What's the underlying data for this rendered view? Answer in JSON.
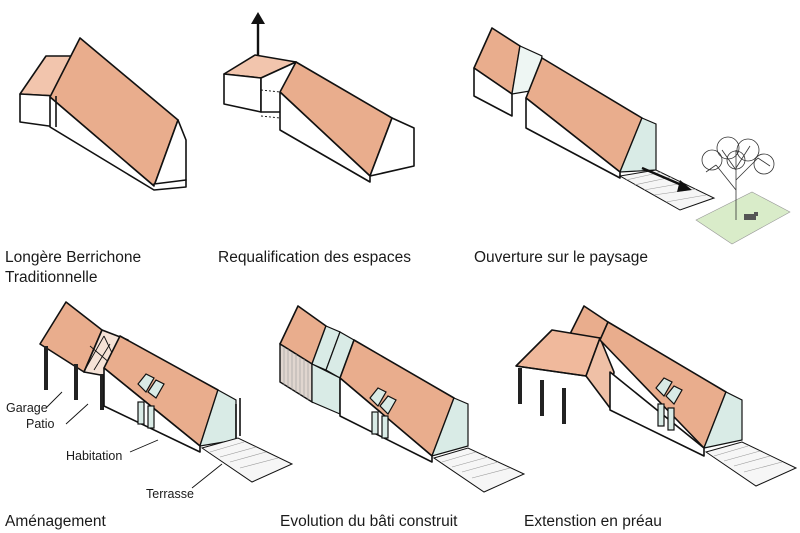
{
  "panels": [
    {
      "caption_line1": "Longère Berrichone",
      "caption_line2": "Traditionnelle"
    },
    {
      "caption_line1": "Requalification des espaces"
    },
    {
      "caption_line1": "Ouverture sur le paysage"
    },
    {
      "caption_line1": "Aménagement"
    },
    {
      "caption_line1": "Evolution du bâti construit"
    },
    {
      "caption_line1": "Extenstion en préau"
    }
  ],
  "annotations": {
    "garage": "Garage",
    "patio": "Patio",
    "habitation": "Habitation",
    "terrasse": "Terrasse"
  },
  "colors": {
    "roof": "#e9ad8d",
    "roof_light": "#f2c5ad",
    "glass": "#d9ebe6",
    "grass": "#d9ecc9"
  }
}
